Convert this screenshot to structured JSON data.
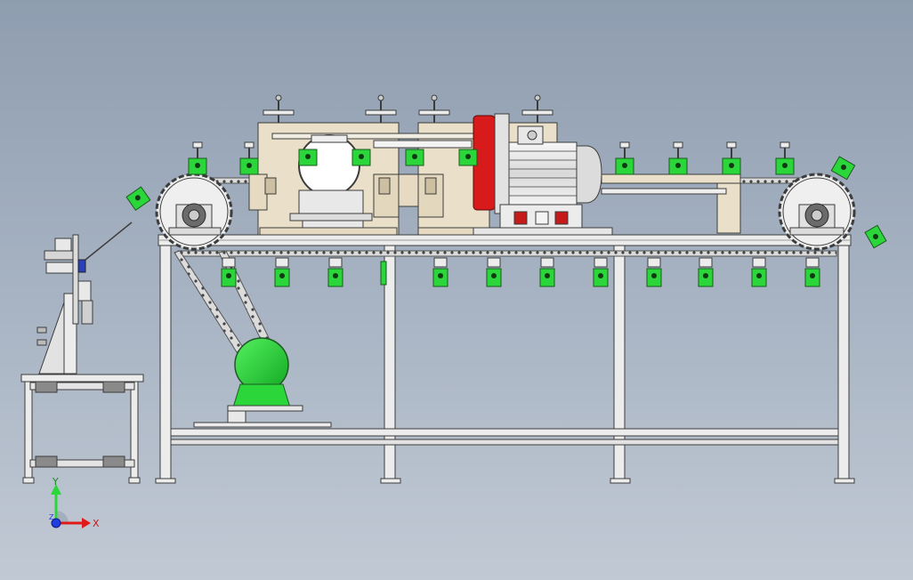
{
  "triad": {
    "y_label": "Y",
    "x_label": "X",
    "z_label": "Z"
  },
  "colors": {
    "frame": "#ececec",
    "frame_stroke": "#3c3c3c",
    "beige": "#eadfc8",
    "green": "#2bd63a",
    "red": "#d81a1a",
    "motor": "#e4e4e4",
    "background_top": "#8f9db0",
    "background_bottom": "#c1c9d4"
  }
}
